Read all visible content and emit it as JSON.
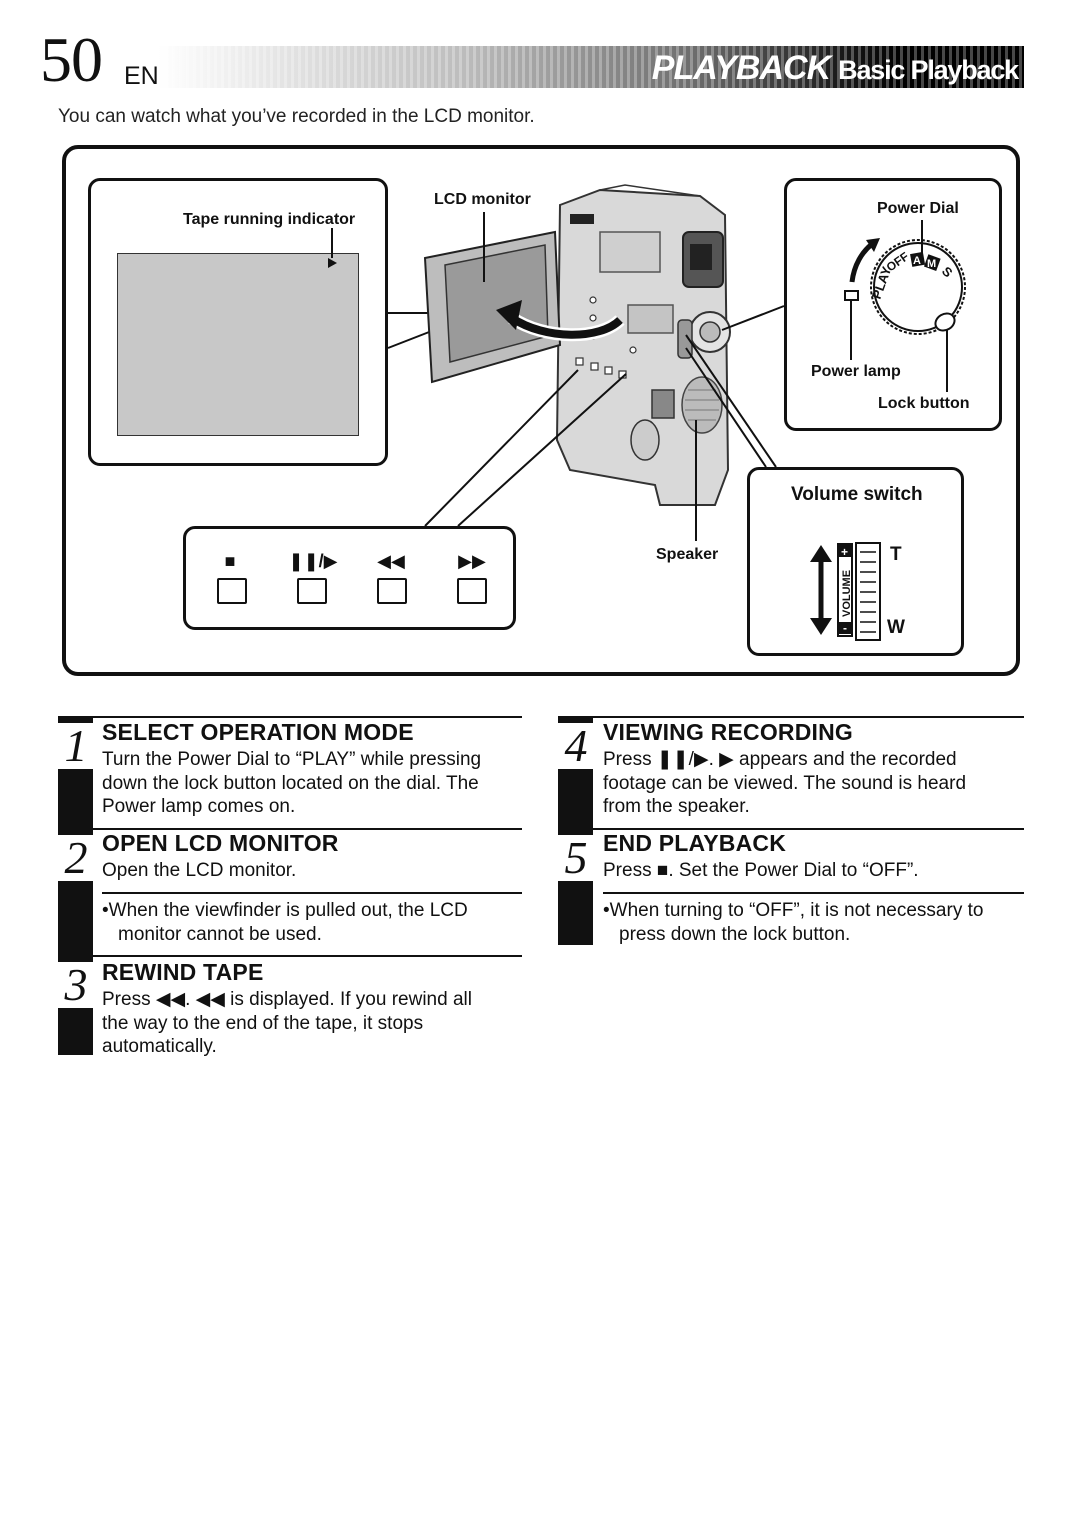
{
  "header": {
    "page_number": "50",
    "lang": "EN",
    "section": "PLAYBACK",
    "subsection": "Basic Playback"
  },
  "intro": "You can watch what you’ve recorded in the LCD monitor.",
  "figure": {
    "labels": {
      "tape_running_indicator": "Tape running indicator",
      "lcd_monitor": "LCD monitor",
      "power_dial": "Power Dial",
      "power_lamp": "Power lamp",
      "lock_button": "Lock button",
      "volume_switch": "Volume switch",
      "speaker": "Speaker",
      "tele": "T",
      "wide": "W",
      "volume_text": "VOLUME",
      "plus": "+",
      "minus": "-"
    },
    "dial_marks": {
      "play": "PLAY",
      "off": "OFF",
      "a": "A",
      "m": "M",
      "s": "S"
    },
    "buttons": [
      {
        "symbol": "■",
        "name": "stop"
      },
      {
        "symbol": "❚❚/▶",
        "name": "play-pause"
      },
      {
        "symbol": "◀◀",
        "name": "rewind"
      },
      {
        "symbol": "▶▶",
        "name": "fast-forward"
      }
    ]
  },
  "steps": [
    {
      "num": "1",
      "title": "SELECT OPERATION MODE",
      "body": [
        "Turn the Power Dial to “PLAY” while pressing",
        "down the lock button located on the dial. The",
        "Power lamp comes on."
      ]
    },
    {
      "num": "2",
      "title": "OPEN LCD MONITOR",
      "body": [
        "Open the LCD monitor."
      ],
      "note": "•When the viewfinder is pulled out, the LCD monitor cannot be used."
    },
    {
      "num": "3",
      "title": "REWIND TAPE",
      "body": [
        "Press ◀◀. ◀◀ is displayed. If you rewind all",
        "the way to the end of the tape, it stops",
        "automatically."
      ]
    },
    {
      "num": "4",
      "title": "VIEWING RECORDING",
      "body": [
        "Press ❚❚/▶. ▶ appears and the recorded",
        "footage can be viewed. The sound is heard",
        "from the speaker."
      ]
    },
    {
      "num": "5",
      "title": "END PLAYBACK",
      "body": [
        "Press ■. Set the Power Dial to “OFF”."
      ],
      "note": "•When turning to “OFF”, it is not necessary to press down the lock button."
    }
  ],
  "colors": {
    "ink": "#111111",
    "lcd_screen": "#c8c8c8",
    "camera_body": "#d9d9d9"
  }
}
